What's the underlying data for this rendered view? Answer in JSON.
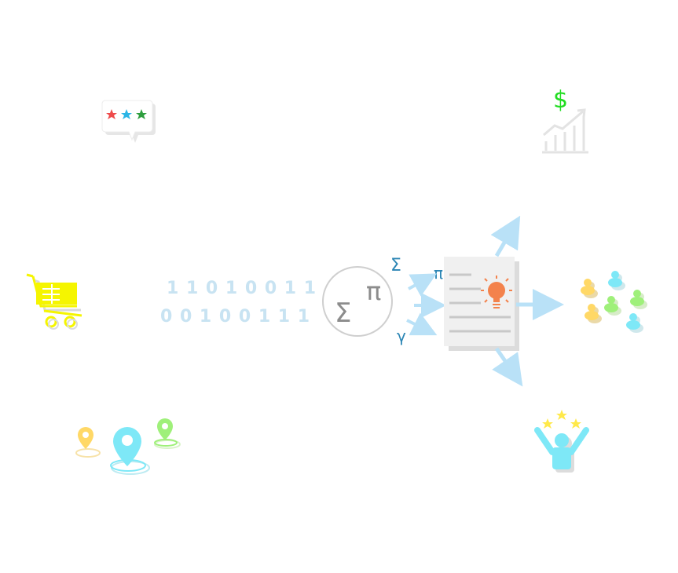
{
  "binary_rows": [
    "1 1 0 1 0 0 1 1",
    "0 0 1 0 0 1 1 1"
  ],
  "math_symbols": {
    "sum": "Σ",
    "pi": "π"
  },
  "output_symbols": {
    "sigma": "Σ",
    "pi": "π",
    "gamma": "γ"
  },
  "dollar_sign": "$",
  "icons": {
    "rating_bubble": "speech-bubble-rating-icon",
    "revenue": "revenue-growth-chart-icon",
    "cart": "shopping-cart-icon",
    "locations": "map-pin-icon",
    "report": "insight-report-icon",
    "audience": "people-group-icon",
    "satisfied_customer": "happy-customer-icon"
  },
  "colors": {
    "binary": "#c8e3f2",
    "arrows": "#b9e1f7",
    "cart": "#f5f500",
    "bulb": "#f3824c",
    "star_red": "#ee4b4b",
    "star_blue": "#2bb5e6",
    "star_green": "#2e9e3e",
    "dollar": "#22dd22",
    "person": "#7ee8f7",
    "stars_yellow": "#ffe94a"
  }
}
